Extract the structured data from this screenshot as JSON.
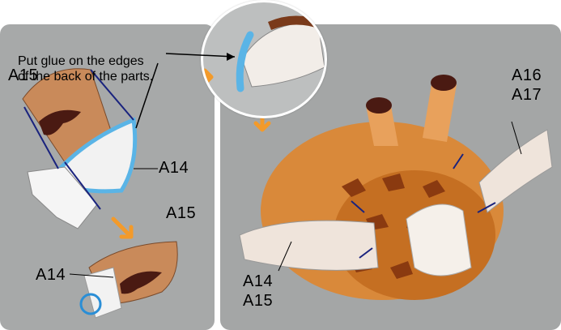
{
  "instruction": {
    "line1": "Put glue on the edges",
    "line2": "of the back of the parts."
  },
  "labels": {
    "a15_top": "A15",
    "a14_mid": "A14",
    "a15_lower": "A15",
    "a14_lower": "A14",
    "a16": "A16",
    "a17": "A17",
    "a14_right": "A14",
    "a15_right": "A15"
  },
  "colors": {
    "glue_blue": "#5ab4e6",
    "arrow_orange": "#f39a2a",
    "leader_navy": "#1a237e",
    "panel_gray": "#a7a9a9"
  }
}
